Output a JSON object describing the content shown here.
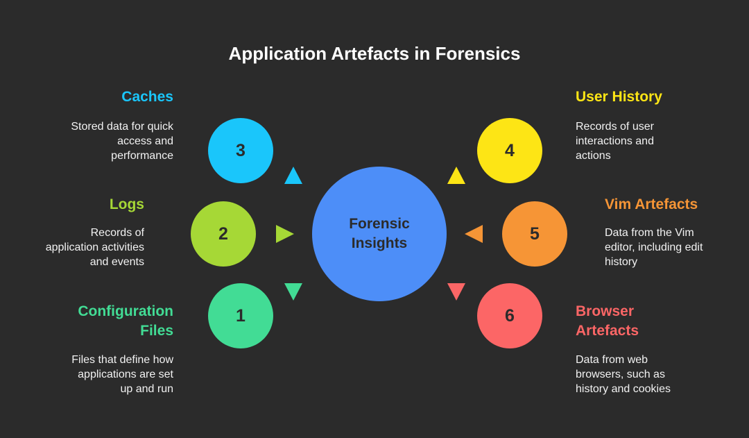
{
  "title": "Application Artefacts in Forensics",
  "center": {
    "line1": "Forensic",
    "line2": "Insights",
    "color": "#4d8ef8"
  },
  "items": [
    {
      "number": "1",
      "heading1": "Configuration",
      "heading2": "Files",
      "desc": [
        "Files that define how",
        "applications are set",
        "up and run"
      ],
      "color": "#42dc95"
    },
    {
      "number": "2",
      "heading1": "Logs",
      "desc": [
        "Records of",
        "application activities",
        "and events"
      ],
      "color": "#a6d836"
    },
    {
      "number": "3",
      "heading1": "Caches",
      "desc": [
        "Stored data for quick",
        "access and",
        "performance"
      ],
      "color": "#1ac6fb"
    },
    {
      "number": "4",
      "heading1": "User History",
      "desc": [
        "Records of user",
        "interactions and",
        "actions"
      ],
      "color": "#fde515"
    },
    {
      "number": "5",
      "heading1": "Vim Artefacts",
      "desc": [
        "Data from the Vim",
        "editor, including edit",
        "history"
      ],
      "color": "#f69536"
    },
    {
      "number": "6",
      "heading1": "Browser",
      "heading2": "Artefacts",
      "desc": [
        "Data from web",
        "browsers, such as",
        "history and cookies"
      ],
      "color": "#fc6666"
    }
  ]
}
